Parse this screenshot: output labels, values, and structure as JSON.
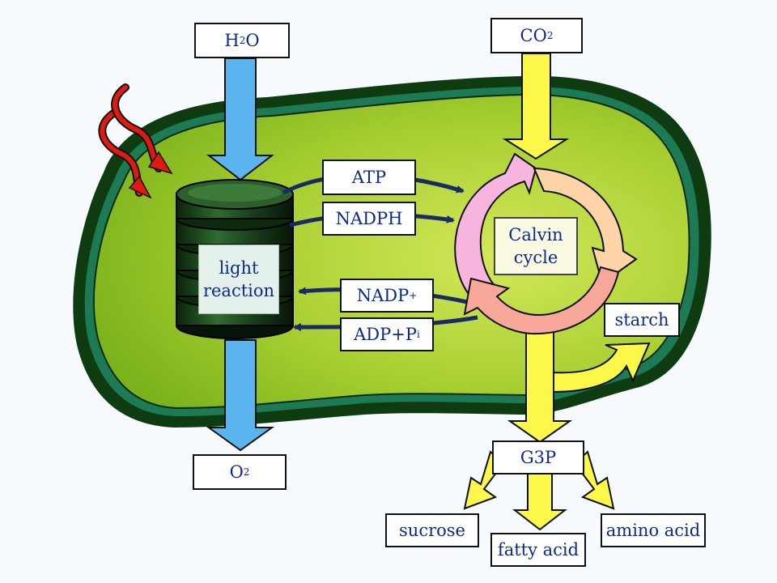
{
  "inputs": {
    "water": {
      "text": "H",
      "sub": "2",
      "tail": "O"
    },
    "co2": {
      "text": "CO",
      "sub": "2",
      "tail": ""
    }
  },
  "outputs": {
    "oxygen": {
      "text": "O",
      "sub": "2"
    },
    "g3p": "G3P",
    "starch": "starch",
    "sucrose": "sucrose",
    "fatty_acid": "fatty acid",
    "amino_acid": "amino acid"
  },
  "carriers": {
    "atp": "ATP",
    "nadph": "NADPH",
    "nadp": {
      "text": "NADP",
      "sup": "+"
    },
    "adp": {
      "text": "ADP+P",
      "sub": "i"
    }
  },
  "light_reaction": {
    "line1": "light",
    "line2": "reaction"
  },
  "calvin_cycle": {
    "line1": "Calvin",
    "line2": "cycle"
  },
  "colors": {
    "outer_membrane": "#0f3b10",
    "inner_membrane": "#1c7a55",
    "stroma_edge": "#7fb81e",
    "stroma_center": "#c6e04a",
    "water_arrow": "#5ab4ee",
    "co2_arrow": "#fbf84a",
    "light_wave": "#e01a10",
    "carrier_arrow": "#1a2a66",
    "thylakoid": "#173d17",
    "calvin_pink": "#f6b4de",
    "calvin_peach": "#fcd4a8",
    "calvin_salmon": "#f8a89a"
  }
}
